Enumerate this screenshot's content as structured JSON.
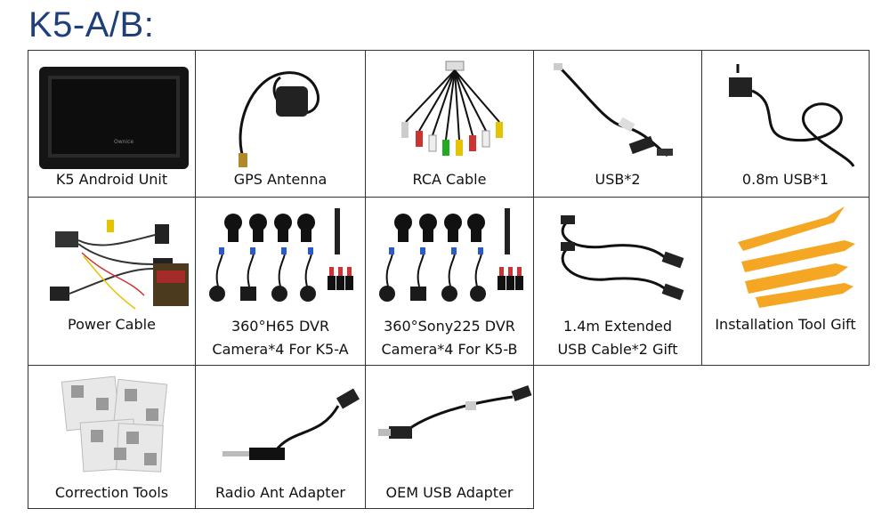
{
  "title": "K5-A/B:",
  "items": [
    {
      "label": "K5 Android Unit",
      "icon": "android-unit-icon"
    },
    {
      "label": "GPS Antenna",
      "icon": "gps-antenna-icon"
    },
    {
      "label": "RCA Cable",
      "icon": "rca-cable-icon"
    },
    {
      "label": "USB*2",
      "icon": "usb-cable-icon"
    },
    {
      "label": "0.8m USB*1",
      "icon": "usb-cable-icon"
    },
    {
      "label": "Power Cable",
      "icon": "power-cable-icon"
    },
    {
      "label": "360°H65 DVR",
      "label2": "Camera*4 For K5-A",
      "icon": "dvr-camera-icon"
    },
    {
      "label": "360°Sony225 DVR",
      "label2": "Camera*4 For K5-B",
      "icon": "dvr-camera-icon"
    },
    {
      "label": "1.4m Extended",
      "label2": "USB Cable*2 Gift",
      "icon": "usb-extension-icon"
    },
    {
      "label": "Installation Tool Gift",
      "icon": "pry-tool-icon"
    },
    {
      "label": "Correction Tools",
      "icon": "calibration-cloth-icon"
    },
    {
      "label": "Radio Ant Adapter",
      "icon": "radio-adapter-icon"
    },
    {
      "label": "OEM USB Adapter",
      "icon": "oem-usb-adapter-icon"
    }
  ]
}
